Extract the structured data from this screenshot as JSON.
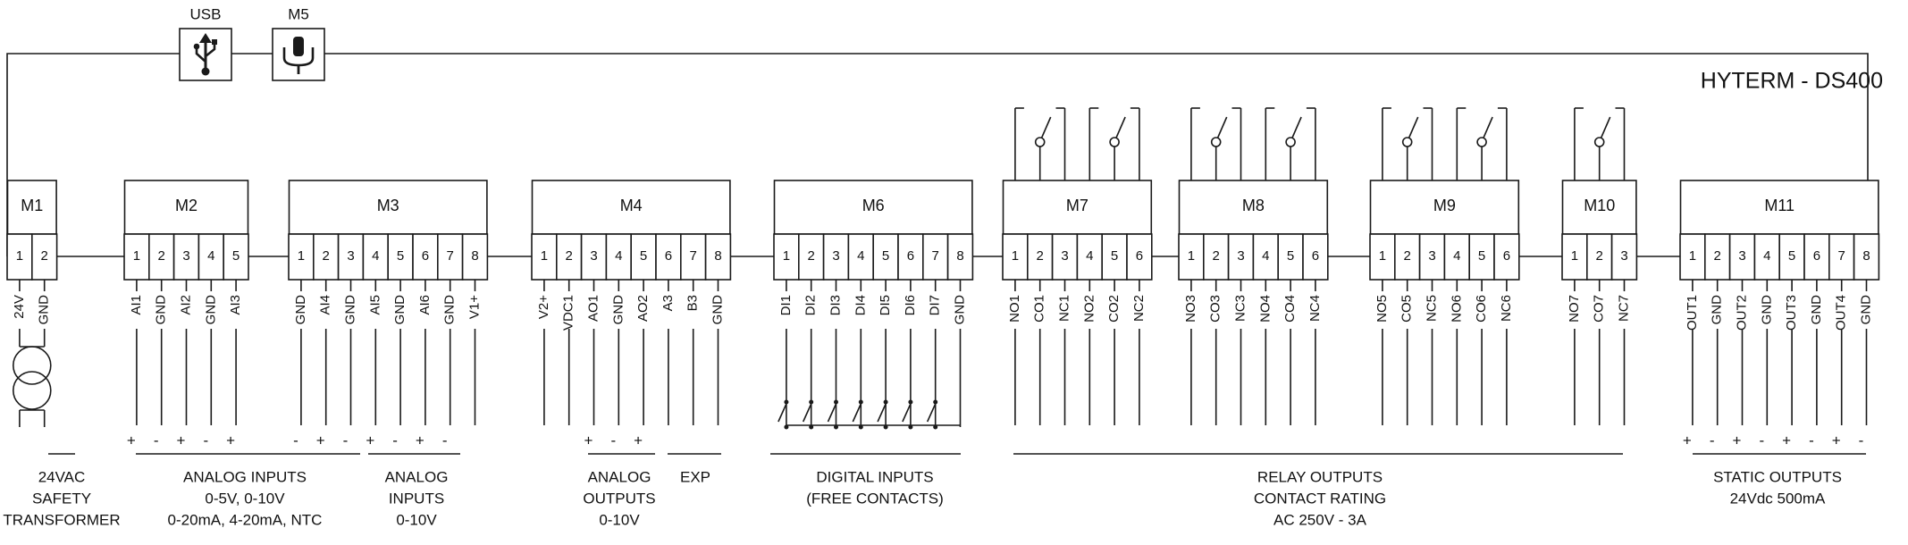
{
  "title": "HYTERM - DS400",
  "top_ports": [
    {
      "label": "USB",
      "icon": "usb-icon"
    },
    {
      "label": "M5",
      "icon": "plug-icon"
    }
  ],
  "modules": [
    {
      "name": "M1",
      "pins": [
        "1",
        "2"
      ],
      "signals": [
        "24V",
        "GND"
      ]
    },
    {
      "name": "M2",
      "pins": [
        "1",
        "2",
        "3",
        "4",
        "5"
      ],
      "signals": [
        "AI1",
        "GND",
        "AI2",
        "GND",
        "AI3"
      ]
    },
    {
      "name": "M3",
      "pins": [
        "1",
        "2",
        "3",
        "4",
        "5",
        "6",
        "7",
        "8"
      ],
      "signals": [
        "GND",
        "AI4",
        "GND",
        "AI5",
        "GND",
        "AI6",
        "GND",
        "V1+"
      ]
    },
    {
      "name": "M4",
      "pins": [
        "1",
        "2",
        "3",
        "4",
        "5",
        "6",
        "7",
        "8"
      ],
      "signals": [
        "V2+",
        "VDC1",
        "AO1",
        "GND",
        "AO2",
        "A3",
        "B3",
        "GND"
      ]
    },
    {
      "name": "M6",
      "pins": [
        "1",
        "2",
        "3",
        "4",
        "5",
        "6",
        "7",
        "8"
      ],
      "signals": [
        "DI1",
        "DI2",
        "DI3",
        "DI4",
        "DI5",
        "DI6",
        "DI7",
        "GND"
      ]
    },
    {
      "name": "M7",
      "pins": [
        "1",
        "2",
        "3",
        "4",
        "5",
        "6"
      ],
      "signals": [
        "NO1",
        "CO1",
        "NC1",
        "NO2",
        "CO2",
        "NC2"
      ]
    },
    {
      "name": "M8",
      "pins": [
        "1",
        "2",
        "3",
        "4",
        "5",
        "6"
      ],
      "signals": [
        "NO3",
        "CO3",
        "NC3",
        "NO4",
        "CO4",
        "NC4"
      ]
    },
    {
      "name": "M9",
      "pins": [
        "1",
        "2",
        "3",
        "4",
        "5",
        "6"
      ],
      "signals": [
        "NO5",
        "CO5",
        "NC5",
        "NO6",
        "CO6",
        "NC6"
      ]
    },
    {
      "name": "M10",
      "pins": [
        "1",
        "2",
        "3"
      ],
      "signals": [
        "NO7",
        "CO7",
        "NC7"
      ]
    },
    {
      "name": "M11",
      "pins": [
        "1",
        "2",
        "3",
        "4",
        "5",
        "6",
        "7",
        "8"
      ],
      "signals": [
        "OUT1",
        "GND",
        "OUT2",
        "GND",
        "OUT3",
        "GND",
        "OUT4",
        "GND"
      ]
    }
  ],
  "polarity_marks": [
    "+",
    "-"
  ],
  "groups": [
    {
      "lines": [
        "24VAC",
        "SAFETY",
        "TRANSFORMER"
      ]
    },
    {
      "lines": [
        "ANALOG INPUTS",
        "0-5V, 0-10V",
        "0-20mA, 4-20mA, NTC"
      ]
    },
    {
      "lines": [
        "ANALOG",
        "INPUTS",
        "0-10V"
      ]
    },
    {
      "lines": [
        "ANALOG",
        "OUTPUTS",
        "0-10V"
      ]
    },
    {
      "lines": [
        "EXP"
      ]
    },
    {
      "lines": [
        "DIGITAL INPUTS",
        "(FREE CONTACTS)"
      ]
    },
    {
      "lines": [
        "RELAY OUTPUTS",
        "CONTACT RATING",
        "AC 250V - 3A"
      ]
    },
    {
      "lines": [
        "STATIC OUTPUTS",
        "24Vdc 500mA"
      ]
    }
  ]
}
